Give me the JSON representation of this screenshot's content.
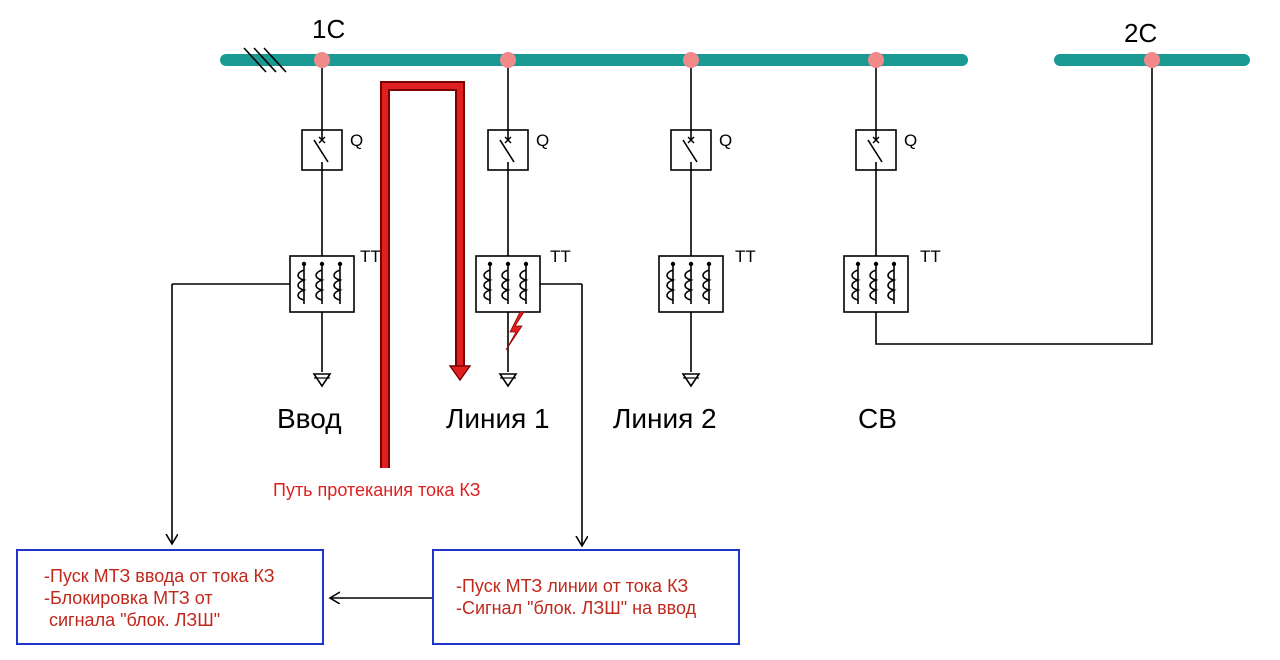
{
  "buses": [
    {
      "label": "1С"
    },
    {
      "label": "2С"
    }
  ],
  "feeders": [
    {
      "label": "Ввод",
      "switch_label": "Q",
      "ct_label": "ТТ"
    },
    {
      "label": "Линия 1",
      "switch_label": "Q",
      "ct_label": "ТТ"
    },
    {
      "label": "Линия 2",
      "switch_label": "Q",
      "ct_label": "ТТ"
    },
    {
      "label": "СВ",
      "switch_label": "Q",
      "ct_label": "ТТ"
    }
  ],
  "fault_path_label": "Путь протекания тока КЗ",
  "colors": {
    "bus": "#1a9a92",
    "node": "#f08a8a",
    "fault_path": "#e02020",
    "box_border": "#2233cc",
    "box_text": "#c0281c"
  },
  "input_box": {
    "lines": [
      "-Пуск МТЗ ввода от тока КЗ",
      "-Блокировка МТЗ от",
      " сигнала \"блок. ЛЗШ\""
    ]
  },
  "line_box": {
    "lines": [
      "-Пуск МТЗ линии от тока КЗ",
      "-Сигнал \"блок. ЛЗШ\" на ввод"
    ]
  }
}
